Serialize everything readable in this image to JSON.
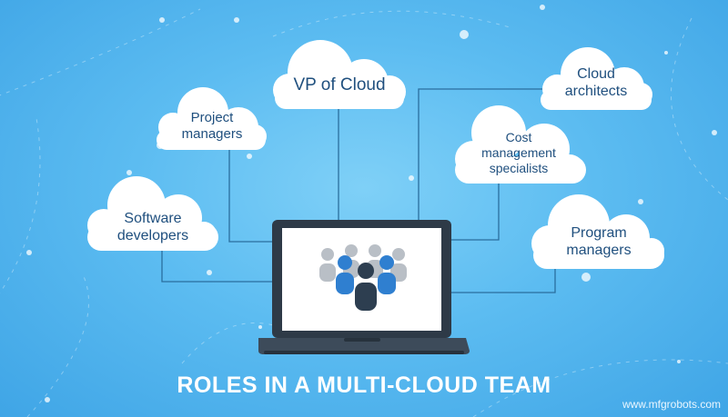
{
  "title": "ROLES IN A MULTI-CLOUD TEAM",
  "watermark": "www.mfgrobots.com",
  "roles": {
    "vp_of_cloud": "VP of Cloud",
    "project_managers_1": "Project",
    "project_managers_2": "managers",
    "cloud_architects_1": "Cloud",
    "cloud_architects_2": "architects",
    "cost_specialists_1": "Cost",
    "cost_specialists_2": "management",
    "cost_specialists_3": "specialists",
    "software_developers_1": "Software",
    "software_developers_2": "developers",
    "program_managers_1": "Program",
    "program_managers_2": "managers"
  },
  "colors": {
    "background": "#5cbcf1",
    "cloud": "#ffffff",
    "connector": "#2a6e9e",
    "text": "#1f4f7e",
    "person_front": "#2d3e50",
    "person_blue": "#2f7fd0",
    "person_grey": "#b9bfc6"
  },
  "icons": [
    "laptop-icon",
    "team-people-icon"
  ]
}
